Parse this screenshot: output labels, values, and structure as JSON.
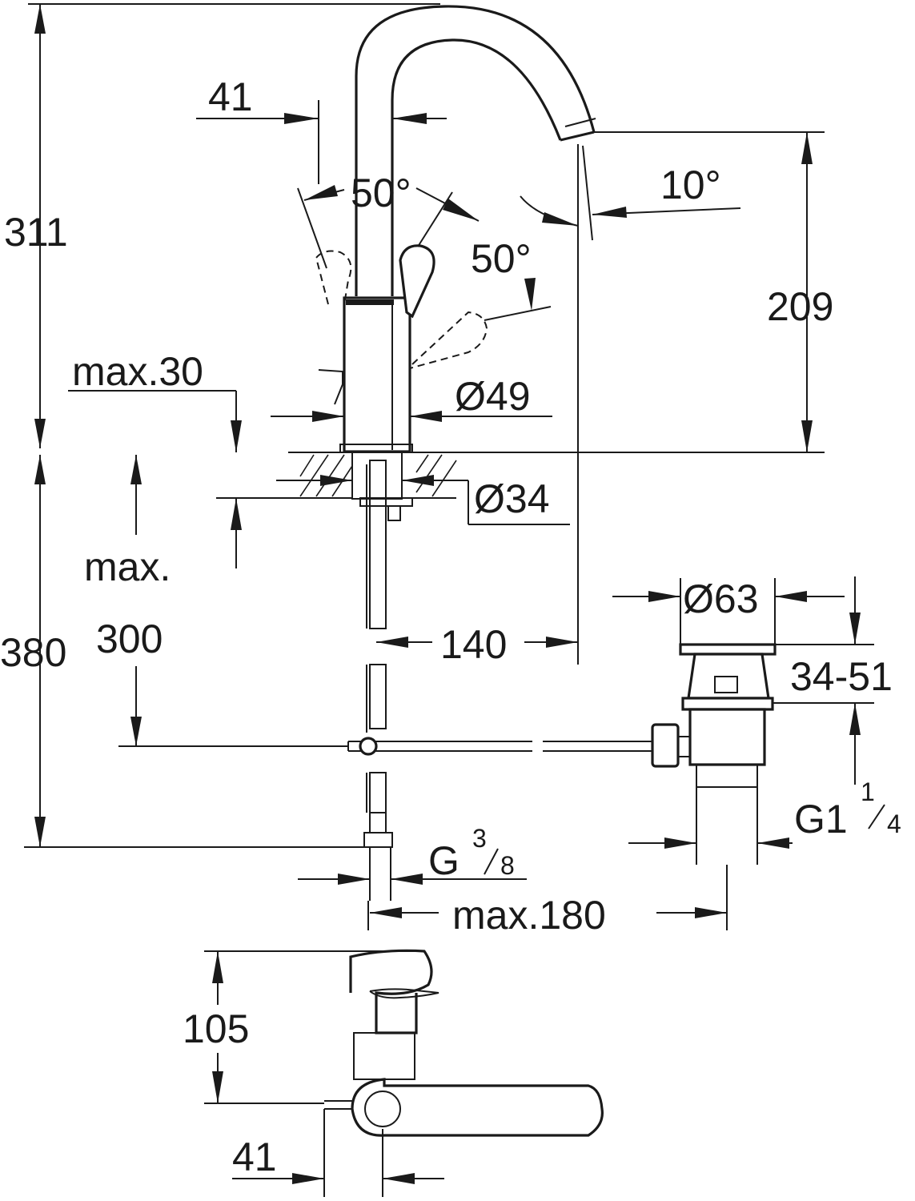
{
  "drawing": {
    "dimensions": {
      "total_height": "311",
      "spout_offset": "41",
      "lever_angle_back": "50°",
      "lever_angle_front": "50°",
      "spout_tilt": "10°",
      "outlet_height": "209",
      "max_deck_thickness_label": "max.30",
      "body_diameter": "Ø49",
      "hole_diameter": "Ø34",
      "max_label": "max.",
      "max_300": "300",
      "under_deck_total": "380",
      "spout_reach": "140",
      "waste_diameter": "Ø63",
      "waste_range": "34-51",
      "waste_thread_main": "G1",
      "waste_thread_num": "1",
      "waste_thread_den": "4",
      "hose_thread_main": "G",
      "hose_thread_num": "3",
      "hose_thread_den": "8",
      "max_rod_length": "max.180",
      "top_view_height": "105",
      "top_view_offset": "41"
    }
  }
}
